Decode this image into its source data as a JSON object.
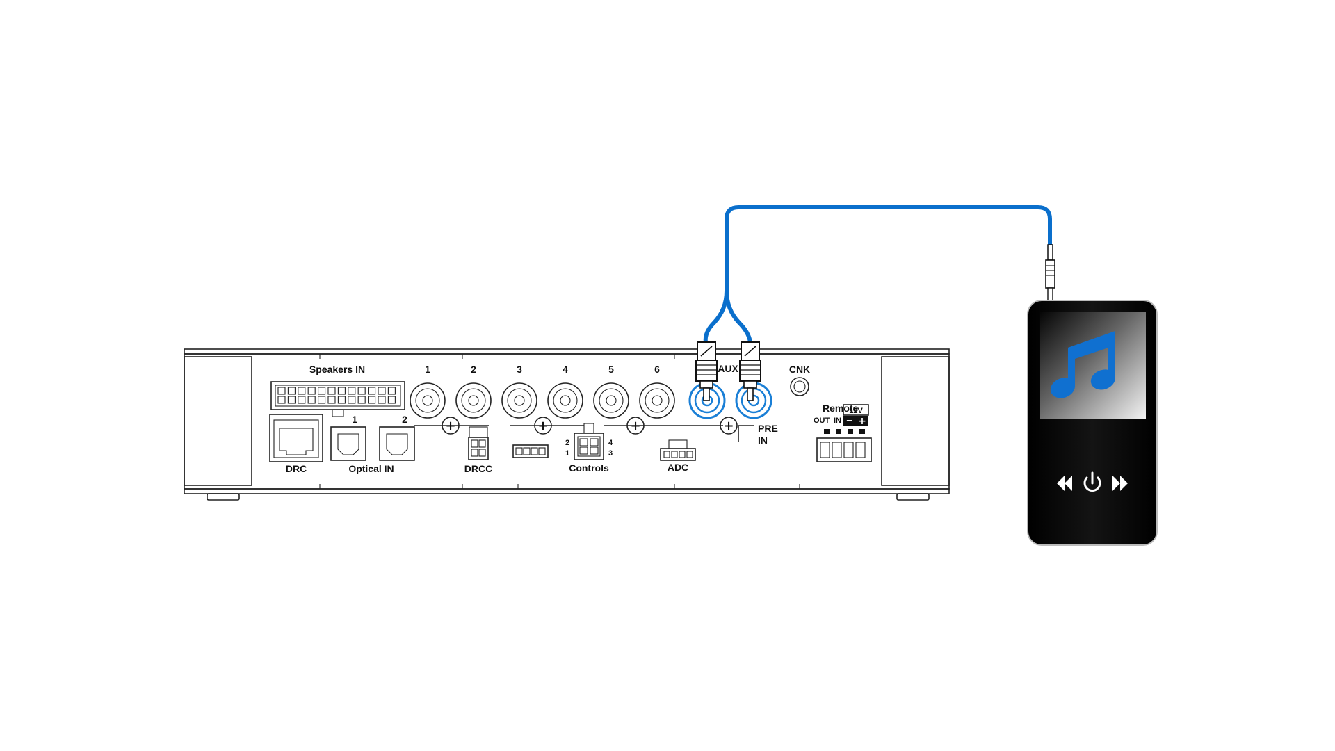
{
  "diagram": {
    "labels": {
      "speakers_in": "Speakers IN",
      "drc": "DRC",
      "optical_in": "Optical IN",
      "optical_1": "1",
      "optical_2": "2",
      "drcc": "DRCC",
      "controls": "Controls",
      "controls_pin_2": "2",
      "controls_pin_1": "1",
      "controls_pin_4": "4",
      "controls_pin_3": "3",
      "adc": "ADC",
      "aux": "AUX",
      "cnk": "CNK",
      "pre_in_line1": "PRE",
      "pre_in_line2": "IN",
      "remote": "Remote",
      "remote_12v": "12V",
      "remote_out": "OUT",
      "remote_in": "IN",
      "remote_minus": "−",
      "remote_plus": "+",
      "ground_plus": "+"
    },
    "rca_channels": [
      "1",
      "2",
      "3",
      "4",
      "5",
      "6"
    ],
    "colors": {
      "cable": "#0a6fcc",
      "aux_jack": "#1a7fd6",
      "device_body": "#000000",
      "note_icon": "#1070d0",
      "line": "#222222"
    },
    "player": {
      "screen_icon": "music-note-icon",
      "buttons": [
        "rewind-icon",
        "power-icon",
        "fast-forward-icon"
      ]
    }
  }
}
